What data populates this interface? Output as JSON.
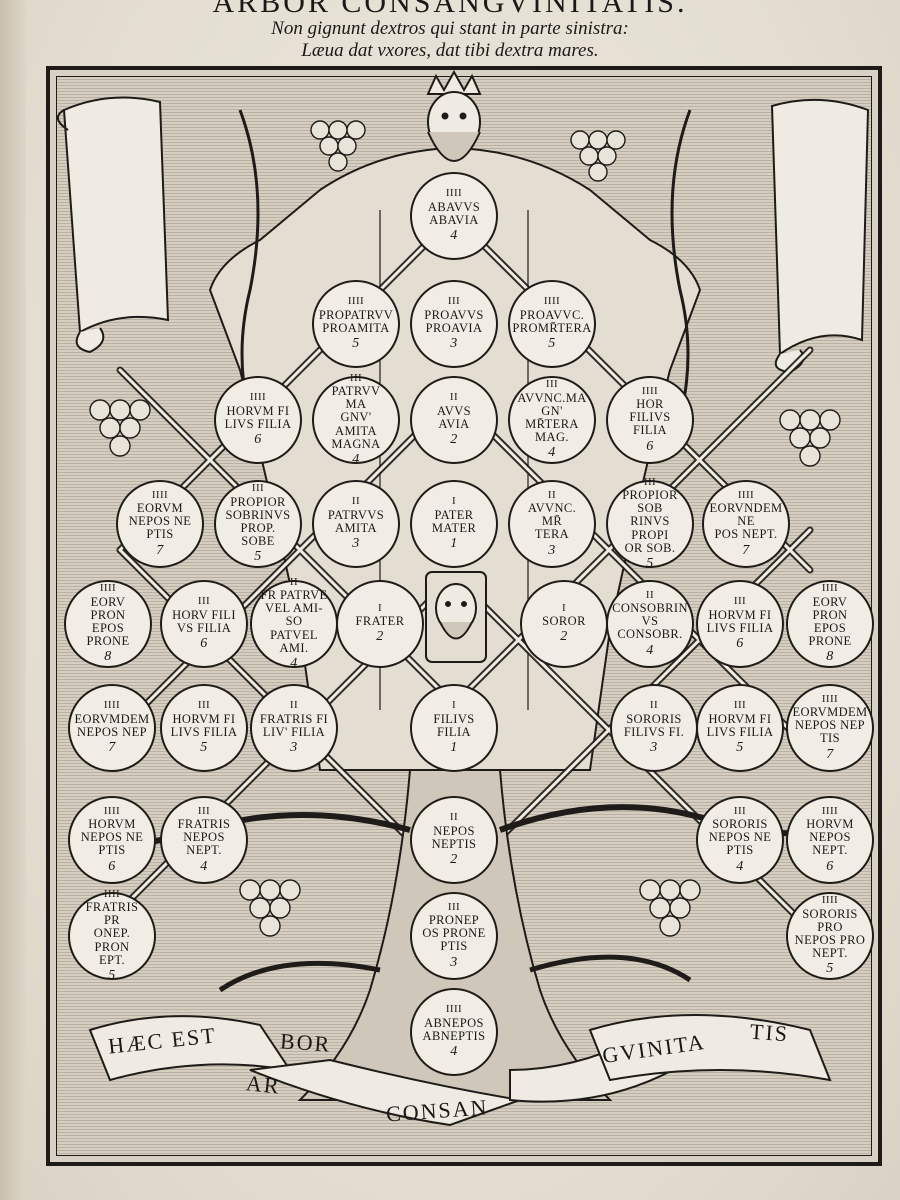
{
  "header": {
    "title": "ARBOR CONSANGVINITATIS.",
    "line1": "Non gignunt dextros qui stant in parte sinistra:",
    "line2": "Læua dat vxores, dat tibi dextra mares."
  },
  "nodes": [
    {
      "id": "abavus",
      "deg": "IIII",
      "lines": [
        "ABAVVS",
        "ABAVIA"
      ],
      "num": "4"
    },
    {
      "id": "propatruus",
      "deg": "IIII",
      "lines": [
        "PROPATRVV",
        "PROAMITA"
      ],
      "num": "5"
    },
    {
      "id": "proavus",
      "deg": "III",
      "lines": [
        "PROAVVS",
        "PROAVIA"
      ],
      "num": "3"
    },
    {
      "id": "proavunculus",
      "deg": "IIII",
      "lines": [
        "PROAVVC.",
        "PROMR̄TERA"
      ],
      "num": "5"
    },
    {
      "id": "horum-l4",
      "deg": "IIII",
      "lines": [
        "HORVM FI",
        "LIVS FILIA"
      ],
      "num": "6"
    },
    {
      "id": "patruus-magnus",
      "deg": "III",
      "lines": [
        "PATRVV MA",
        "GNV' AMITA",
        "MAGNA"
      ],
      "num": "4"
    },
    {
      "id": "avus",
      "deg": "II",
      "lines": [
        "AVVS",
        "AVIA"
      ],
      "num": "2"
    },
    {
      "id": "avunculus-magnus",
      "deg": "III",
      "lines": [
        "AVVNC.MA",
        "GN' MR̄TERA",
        "MAG."
      ],
      "num": "4"
    },
    {
      "id": "horum-r4",
      "deg": "IIII",
      "lines": [
        "HOR FILIVS",
        "FILIA"
      ],
      "num": "6"
    },
    {
      "id": "eorum-l5",
      "deg": "IIII",
      "lines": [
        "EORVM",
        "NEPOS NE",
        "PTIS"
      ],
      "num": "7"
    },
    {
      "id": "propior-l5",
      "deg": "III",
      "lines": [
        "PROPIOR",
        "SOBRINVS",
        "PROP. SOBE"
      ],
      "num": "5"
    },
    {
      "id": "patruus",
      "deg": "II",
      "lines": [
        "PATRVVS",
        "AMITA"
      ],
      "num": "3"
    },
    {
      "id": "pater",
      "deg": "I",
      "lines": [
        "PATER",
        "MATER"
      ],
      "num": "1"
    },
    {
      "id": "avunculus",
      "deg": "II",
      "lines": [
        "AVVNC. MR̄",
        "TERA"
      ],
      "num": "3"
    },
    {
      "id": "propior-r5",
      "deg": "III",
      "lines": [
        "PROPIOR SOB",
        "RINVS PROPI",
        "OR SOB."
      ],
      "num": "5"
    },
    {
      "id": "eorundem-r5",
      "deg": "IIII",
      "lines": [
        "EORVNDEM NE",
        "POS NEPT."
      ],
      "num": "7"
    },
    {
      "id": "eoru-l6",
      "deg": "IIII",
      "lines": [
        "EORV PRON",
        "EPOS PRONE"
      ],
      "num": "8"
    },
    {
      "id": "horu-l6",
      "deg": "III",
      "lines": [
        "HORV FILI",
        "VS FILIA"
      ],
      "num": "6"
    },
    {
      "id": "fr-patruel",
      "deg": "II",
      "lines": [
        "FR PATRVE",
        "VEL AMI-SO",
        "PATVEL AMI."
      ],
      "num": "4"
    },
    {
      "id": "frater",
      "deg": "I",
      "lines": [
        "FRATER"
      ],
      "num": "2"
    },
    {
      "id": "soror",
      "deg": "I",
      "lines": [
        "SOROR"
      ],
      "num": "2"
    },
    {
      "id": "consobrinus",
      "deg": "II",
      "lines": [
        "CONSOBRIN",
        "VS CONSOBR."
      ],
      "num": "4"
    },
    {
      "id": "horum-r6",
      "deg": "III",
      "lines": [
        "HORVM FI",
        "LIVS FILIA"
      ],
      "num": "6"
    },
    {
      "id": "eoru-r6",
      "deg": "IIII",
      "lines": [
        "EORV PRON",
        "EPOS PRONE"
      ],
      "num": "8"
    },
    {
      "id": "eorumdem-l7",
      "deg": "IIII",
      "lines": [
        "EORVMDEM",
        "NEPOS NEP"
      ],
      "num": "7"
    },
    {
      "id": "horum-l7",
      "deg": "III",
      "lines": [
        "HORVM FI",
        "LIVS FILIA"
      ],
      "num": "5"
    },
    {
      "id": "fratris-filius",
      "deg": "II",
      "lines": [
        "FRATRIS FI",
        "LIV' FILIA"
      ],
      "num": "3"
    },
    {
      "id": "filius",
      "deg": "I",
      "lines": [
        "FILIVS",
        "FILIA"
      ],
      "num": "1"
    },
    {
      "id": "sororis-filius",
      "deg": "II",
      "lines": [
        "SORORIS",
        "FILIVS FI."
      ],
      "num": "3"
    },
    {
      "id": "horum-r7",
      "deg": "III",
      "lines": [
        "HORVM FI",
        "LIVS FILIA"
      ],
      "num": "5"
    },
    {
      "id": "eorumdem-r7",
      "deg": "IIII",
      "lines": [
        "EORVMDEM",
        "NEPOS NEP",
        "TIS"
      ],
      "num": "7"
    },
    {
      "id": "horum-l8",
      "deg": "IIII",
      "lines": [
        "HORVM",
        "NEPOS NE",
        "PTIS"
      ],
      "num": "6"
    },
    {
      "id": "fratris-nepos",
      "deg": "III",
      "lines": [
        "FRATRIS",
        "NEPOS",
        "NEPT."
      ],
      "num": "4"
    },
    {
      "id": "nepos",
      "deg": "II",
      "lines": [
        "NEPOS",
        "NEPTIS"
      ],
      "num": "2"
    },
    {
      "id": "sororis-nepos",
      "deg": "III",
      "lines": [
        "SORORIS",
        "NEPOS NE",
        "PTIS"
      ],
      "num": "4"
    },
    {
      "id": "horum-r8",
      "deg": "IIII",
      "lines": [
        "HORVM",
        "NEPOS",
        "NEPT."
      ],
      "num": "6"
    },
    {
      "id": "fratris-pronepos",
      "deg": "IIII",
      "lines": [
        "FRATRIS PR",
        "ONEP. PRON",
        "EPT."
      ],
      "num": "5"
    },
    {
      "id": "pronepos",
      "deg": "III",
      "lines": [
        "PRONEP",
        "OS PRONE",
        "PTIS"
      ],
      "num": "3"
    },
    {
      "id": "sororis-pronepos",
      "deg": "IIII",
      "lines": [
        "SORORIS PRO",
        "NEPOS PRO",
        "NEPT."
      ],
      "num": "5"
    },
    {
      "id": "abnepos",
      "deg": "IIII",
      "lines": [
        "ABNEPOS",
        "ABNEPTIS"
      ],
      "num": "4"
    }
  ],
  "banner": {
    "words": [
      "HÆC EST",
      "AR",
      "BOR",
      "CONSAN",
      "GVINITA",
      "TIS"
    ]
  },
  "art": {
    "ink": "#1e1b18",
    "paper": "#f1ede4",
    "icons": [
      "crowned-king-figure",
      "face-medallion",
      "grape-cluster",
      "vine-leaf",
      "scroll"
    ]
  }
}
